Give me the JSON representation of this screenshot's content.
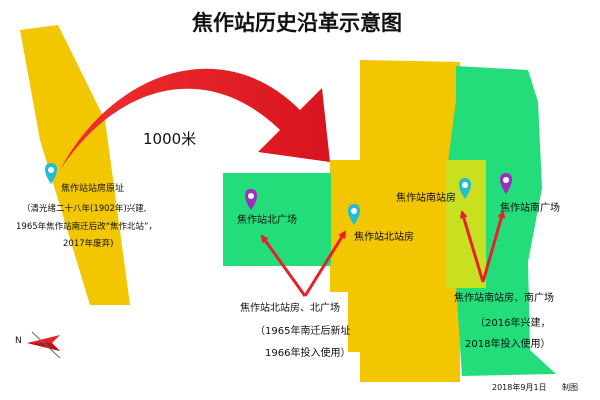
{
  "title": "焦作站历史沿革示意图",
  "distance_label": "1000米",
  "compass": {
    "letter": "N"
  },
  "old_site": {
    "name": "焦作站站房原址",
    "line1": "（清光绪二十八年(1902年)兴建,",
    "line2": "1965年焦作站南迁后改“焦作北站”，",
    "line3": "2017年废弃)"
  },
  "north_plaza": {
    "name": "焦作站北广场"
  },
  "north_station": {
    "name": "焦作站北站房"
  },
  "south_station": {
    "name": "焦作站南站房"
  },
  "south_plaza": {
    "name": "焦作站南广场"
  },
  "north_caption": {
    "line1": "焦作站北站房、北广场",
    "line2": "（1965年南迁后新址",
    "line3": "1966年投入使用）"
  },
  "south_caption": {
    "line1": "焦作站南站房、南广场",
    "line2": "（2016年兴建，",
    "line3": "2018年投入使用）"
  },
  "footer": {
    "date": "2018年9月1日",
    "made_by": "制图"
  },
  "colors": {
    "yellow_area": "#f2c600",
    "green_area": "#22dd7a",
    "light_green_area": "#c8e020",
    "arrow_red": "#e8202a",
    "pin_cyan": "#22bcd8",
    "pin_purple": "#9b2fc2"
  }
}
